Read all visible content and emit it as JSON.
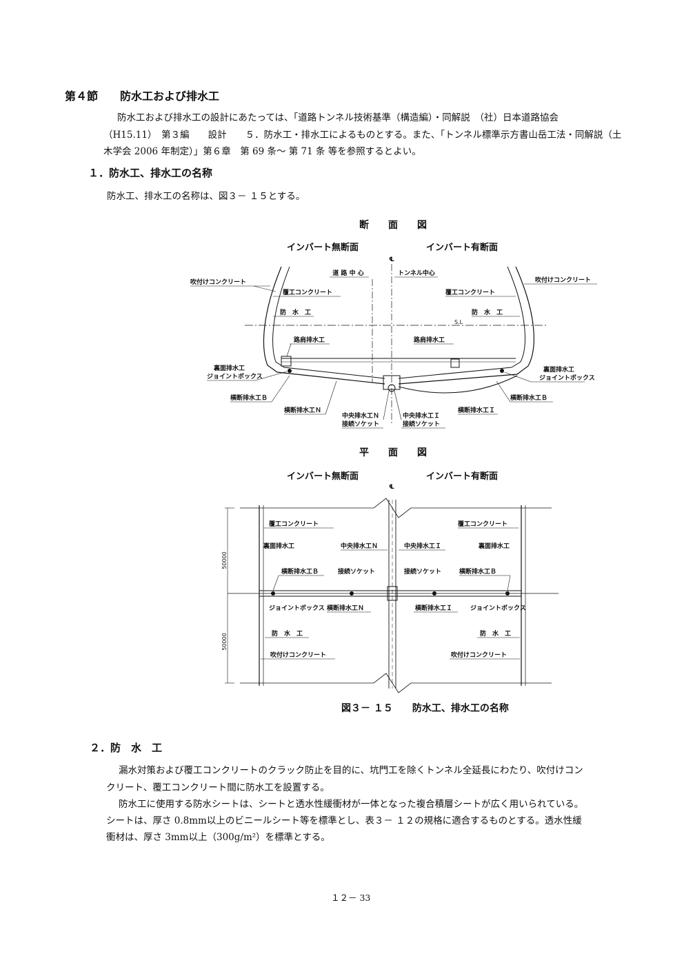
{
  "section": {
    "heading": "第４節　　防水工および排水工",
    "intro_lines": [
      "防水工および排水工の設計にあたっては、「道路トンネル技術基準（構造編）・同解説　（社）日本道路協会",
      "（H15.11）　第３編　　設計　　５．防水工・排水工によるものとする。また、「トンネル標準示方書山岳工法・同解説（土",
      "木学会 2006 年制定）」第６章　第 69 条～ 第 71 条 等を参照するとよい。"
    ]
  },
  "sub1": {
    "heading": "１．防水工、排水工の名称",
    "text": "防水工、排水工の名称は、図３－ １５とする。"
  },
  "figure": {
    "section_view": {
      "title": "断　　面　　図",
      "left_header": "インバート無断面",
      "right_header": "インバート有断面",
      "center_mark": "℄",
      "road_center": "道 路 中 心",
      "tunnel_center": "トンネル中心",
      "sl": "S.L",
      "left": {
        "shotcrete": "吹付けコンクリート",
        "lining": "覆工コンクリート",
        "waterproof": "防　水　工",
        "shoulder_drain": "路肩排水工",
        "back_drain": "裏面排水工",
        "joint_box": "ジョイントボックス",
        "cross_drain_b": "横断排水工Ｂ",
        "cross_drain_n": "横断排水工Ｎ"
      },
      "right": {
        "shotcrete": "吹付けコンクリート",
        "lining": "覆工コンクリート",
        "waterproof": "防　水　工",
        "shoulder_drain": "路肩排水工",
        "back_drain": "裏面排水工",
        "joint_box": "ジョイントボックス",
        "cross_drain_b": "横断排水工Ｂ",
        "cross_drain_i": "横断排水工Ｉ"
      },
      "center_drain_n": "中央排水工Ｎ",
      "center_drain_i": "中央排水工Ｉ",
      "socket": "接続ソケット"
    },
    "plan_view": {
      "title": "平　　面　　図",
      "left_header": "インバート無断面",
      "right_header": "インバート有断面",
      "center_mark": "℄",
      "dim_top": "50000",
      "dim_bottom": "50000",
      "left": {
        "lining": "覆工コンクリート",
        "back_drain": "裏面排水工",
        "cross_drain_b": "横断排水工Ｂ",
        "joint_box": "ジョイントボックス",
        "cross_drain_n": "横断排水工Ｎ",
        "waterproof": "防　水　工",
        "shotcrete": "吹付けコンクリート"
      },
      "center_left": {
        "center_drain": "中央排水工Ｎ",
        "socket": "接続ソケット"
      },
      "center_right": {
        "center_drain": "中央排水工Ｉ",
        "socket": "接続ソケット"
      },
      "right": {
        "lining": "覆工コンクリート",
        "back_drain": "裏面排水工",
        "cross_drain_b": "横断排水工Ｂ",
        "joint_box": "ジョイントボックス",
        "cross_drain_i": "横断排水工Ｉ",
        "waterproof": "防　水　工",
        "shotcrete": "吹付けコンクリート"
      }
    },
    "caption": "図３－ １５　　防水工、排水工の名称"
  },
  "sub2": {
    "heading": "２．防　水　工",
    "lines": [
      "漏水対策および覆工コンクリートのクラック防止を目的に、坑門工を除くトンネル全延長にわたり、吹付けコン",
      "クリート、覆工コンクリート間に防水工を設置する。",
      "防水工に使用する防水シートは、シートと透水性緩衝材が一体となった複合積層シートが広く用いられている。",
      "シートは、厚さ 0.8mm以上のビニールシート等を標準とし、表３－ １２の規格に適合するものとする。透水性緩",
      "衝材は、厚さ 3mm以上（300g/m²）を標準とする。"
    ]
  },
  "page_number": "１２－ 33"
}
